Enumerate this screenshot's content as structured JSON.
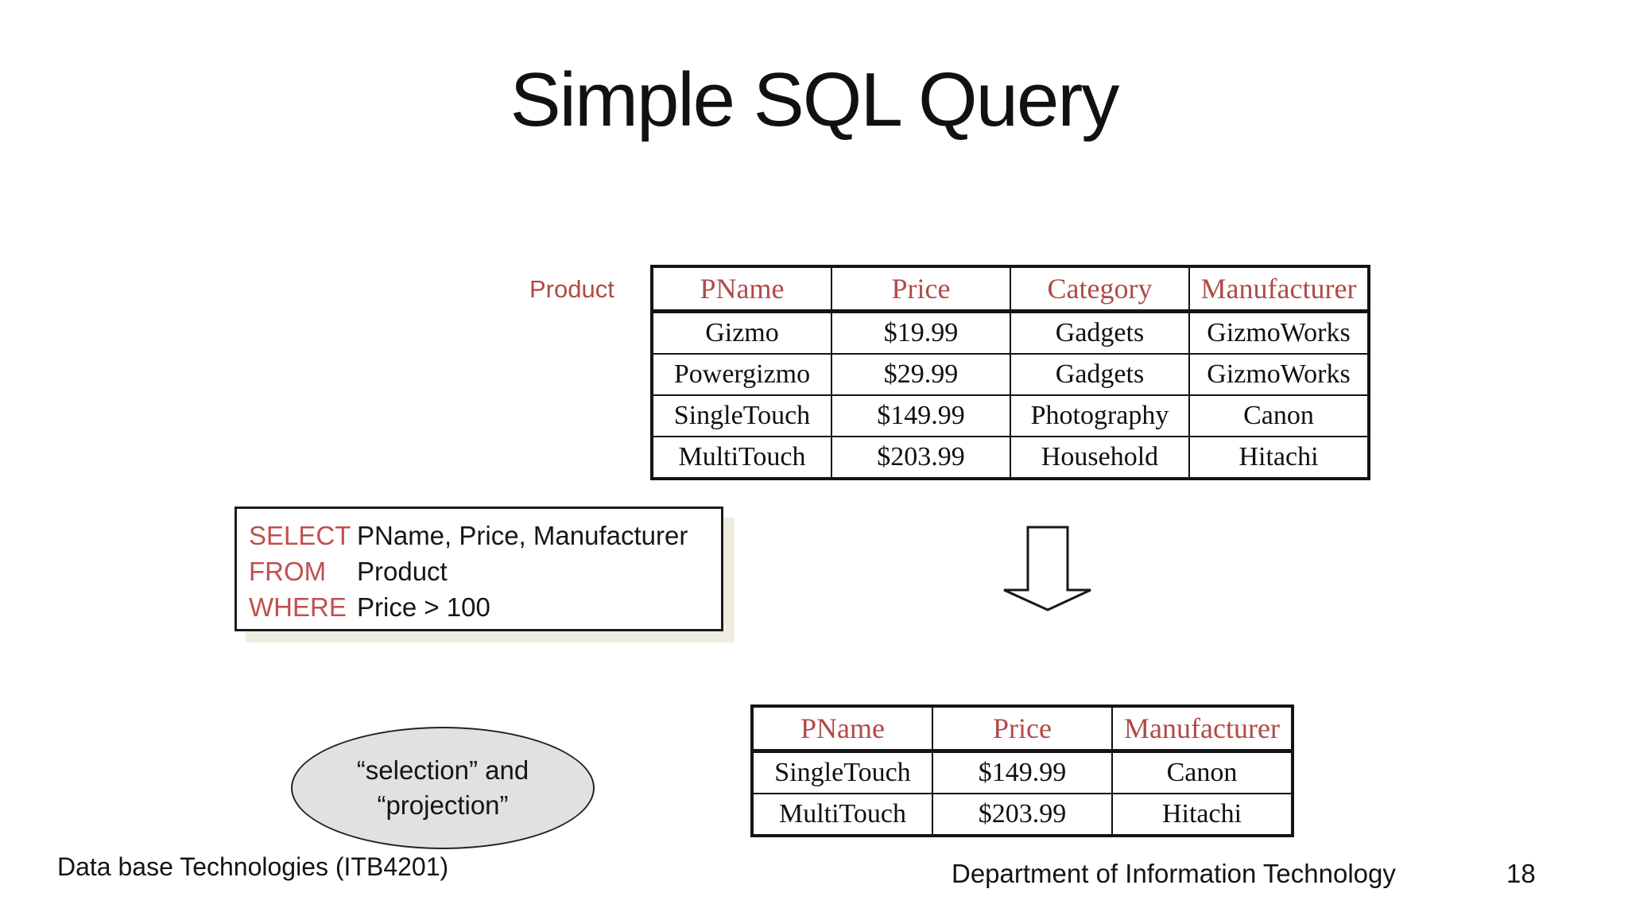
{
  "slide": {
    "title": "Simple SQL Query",
    "footer_left": "Data base Technologies (ITB4201)",
    "footer_right": "Department of Information Technology",
    "page_number": "18"
  },
  "colors": {
    "accent_red": "#b04a48",
    "keyword_red": "#c0504d",
    "shadow": "#eeede0",
    "ellipse_fill": "#e1e1e1",
    "border_dark": "#141414"
  },
  "product_table": {
    "label": "Product",
    "headers": [
      "PName",
      "Price",
      "Category",
      "Manufacturer"
    ],
    "rows": [
      [
        "Gizmo",
        "$19.99",
        "Gadgets",
        "GizmoWorks"
      ],
      [
        "Powergizmo",
        "$29.99",
        "Gadgets",
        "GizmoWorks"
      ],
      [
        "SingleTouch",
        "$149.99",
        "Photography",
        "Canon"
      ],
      [
        "MultiTouch",
        "$203.99",
        "Household",
        "Hitachi"
      ]
    ]
  },
  "query": {
    "lines": [
      {
        "keyword": "SELECT",
        "text": "PName, Price, Manufacturer"
      },
      {
        "keyword": "FROM",
        "text": "Product"
      },
      {
        "keyword": "WHERE",
        "text": "Price > 100"
      }
    ]
  },
  "result_table": {
    "headers": [
      "PName",
      "Price",
      "Manufacturer"
    ],
    "rows": [
      [
        "SingleTouch",
        "$149.99",
        "Canon"
      ],
      [
        "MultiTouch",
        "$203.99",
        "Hitachi"
      ]
    ]
  },
  "callout": {
    "line1": "“selection” and",
    "line2": "“projection”"
  }
}
